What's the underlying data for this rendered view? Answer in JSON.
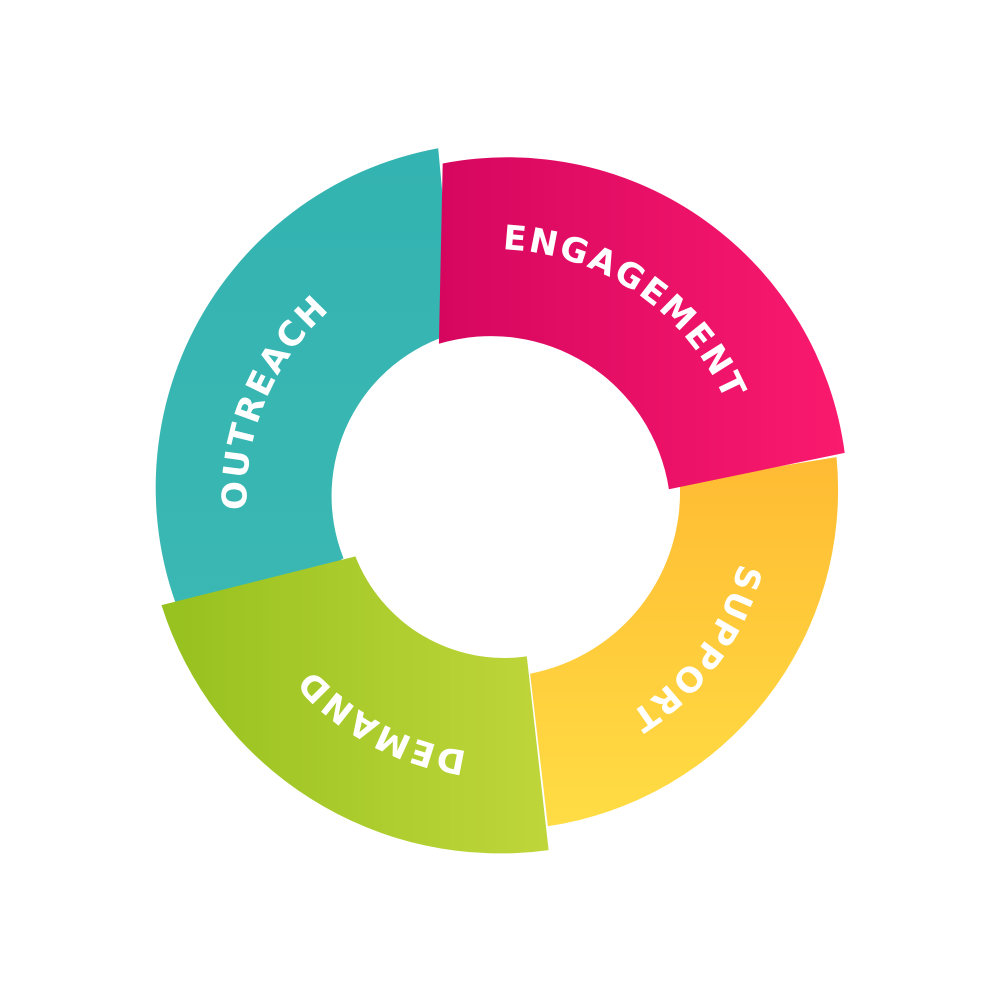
{
  "segments": [
    {
      "id": "engagement",
      "label": "ENGAGEMENT",
      "color_from": "#d6065f",
      "color_to": "#fa1a6e"
    },
    {
      "id": "support",
      "label": "SUPPORT",
      "color_from": "#ffbb33",
      "color_to": "#ffdd44"
    },
    {
      "id": "demand",
      "label": "DEMAND",
      "color_from": "#96c11f",
      "color_to": "#bfd63a"
    },
    {
      "id": "outreach",
      "label": "OUTREACH",
      "color_from": "#33b3b1",
      "color_to": "#3bb8b3"
    }
  ]
}
